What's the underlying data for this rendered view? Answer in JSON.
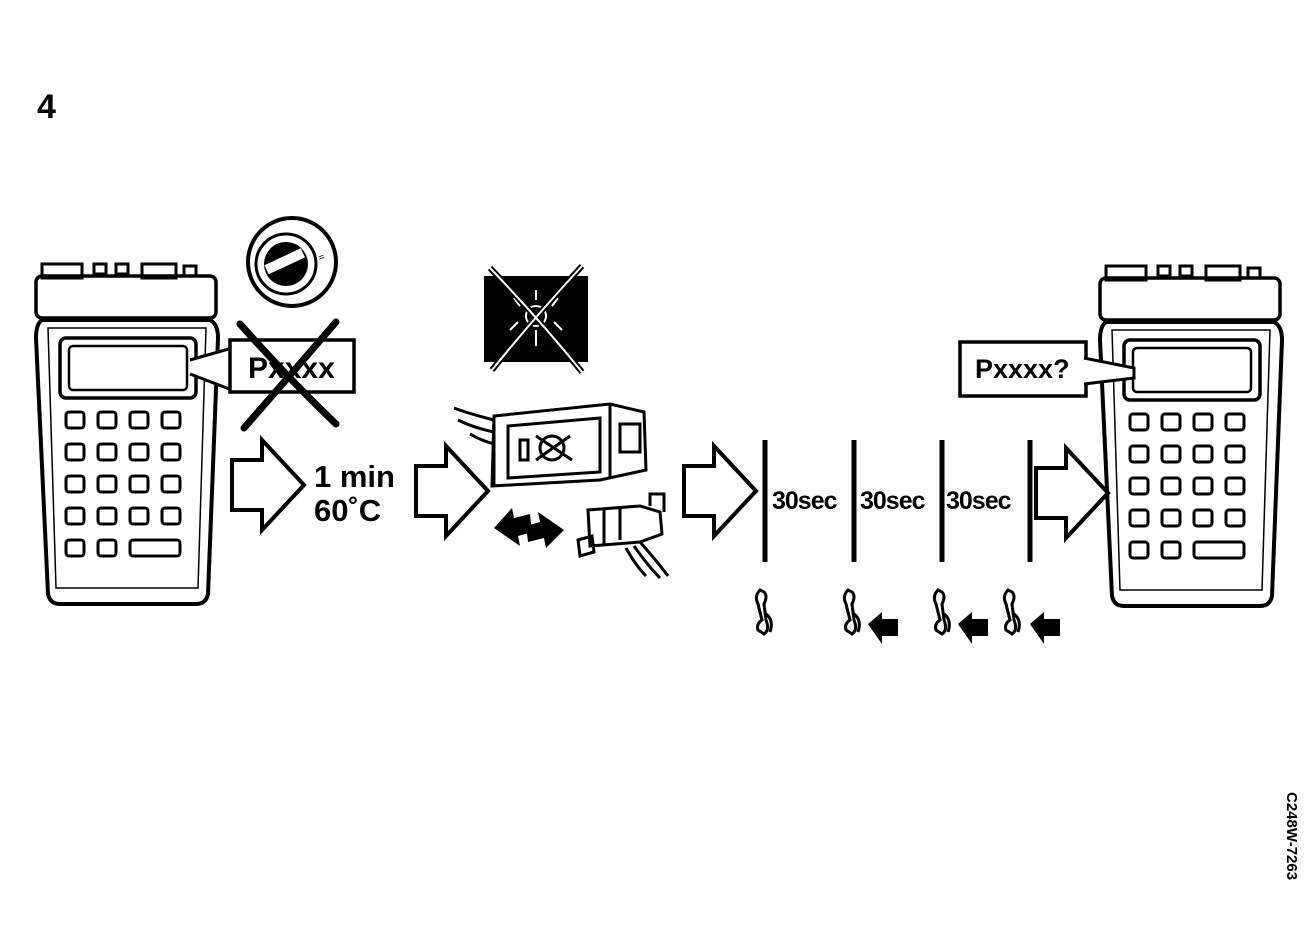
{
  "step_number": "4",
  "left_scanner": {
    "display_code": "Pxxxx",
    "code_crossed_out": true
  },
  "condition": {
    "line1": "1 min",
    "line2": "60˚C"
  },
  "interval_labels": [
    "30sec",
    "30sec",
    "30sec"
  ],
  "right_scanner": {
    "display_code": "Pxxxx?"
  },
  "figure_id": "C248W-7263",
  "icons": [
    "scan-tool-icon",
    "ignition-key-icon",
    "cross-icon",
    "lamp-off-icon",
    "connector-icon",
    "pedal-icon",
    "arrow-icon"
  ]
}
